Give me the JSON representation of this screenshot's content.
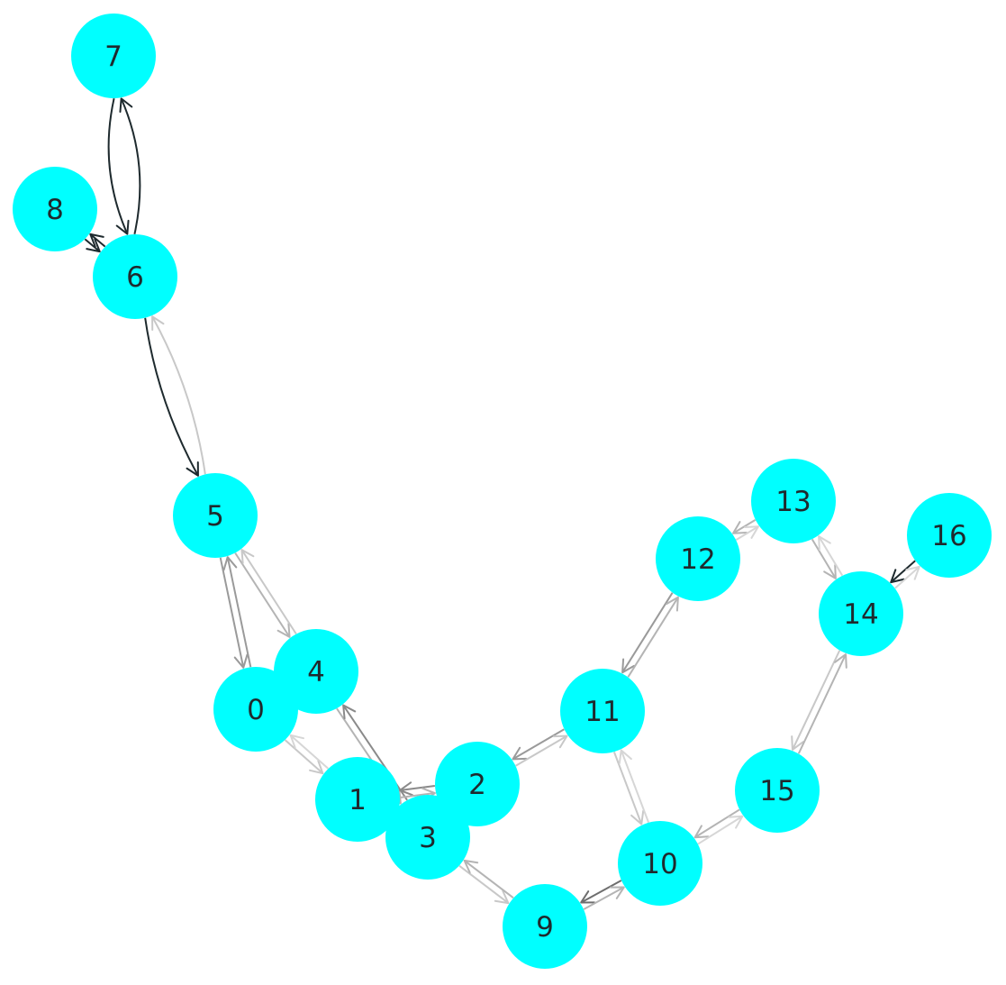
{
  "diagram": {
    "type": "directed-graph",
    "node_color": "#00ffff",
    "label_color": "#1f2a2e",
    "nodes": [
      {
        "id": "0",
        "label": "0"
      },
      {
        "id": "1",
        "label": "1"
      },
      {
        "id": "2",
        "label": "2"
      },
      {
        "id": "3",
        "label": "3"
      },
      {
        "id": "4",
        "label": "4"
      },
      {
        "id": "5",
        "label": "5"
      },
      {
        "id": "6",
        "label": "6"
      },
      {
        "id": "7",
        "label": "7"
      },
      {
        "id": "8",
        "label": "8"
      },
      {
        "id": "9",
        "label": "9"
      },
      {
        "id": "10",
        "label": "10"
      },
      {
        "id": "11",
        "label": "11"
      },
      {
        "id": "12",
        "label": "12"
      },
      {
        "id": "13",
        "label": "13"
      },
      {
        "id": "14",
        "label": "14"
      },
      {
        "id": "15",
        "label": "15"
      },
      {
        "id": "16",
        "label": "16"
      }
    ],
    "edges": [
      {
        "from": "7",
        "to": "6",
        "color": "#1e2a2e"
      },
      {
        "from": "6",
        "to": "7",
        "color": "#1e2a2e"
      },
      {
        "from": "8",
        "to": "6",
        "color": "#1e2a2e"
      },
      {
        "from": "6",
        "to": "8",
        "color": "#1e2a2e"
      },
      {
        "from": "6",
        "to": "5",
        "color": "#1e2a2e"
      },
      {
        "from": "5",
        "to": "6",
        "color": "#c8c8c8"
      },
      {
        "from": "5",
        "to": "0",
        "color": "#9a9a9a"
      },
      {
        "from": "0",
        "to": "5",
        "color": "#9a9a9a"
      },
      {
        "from": "5",
        "to": "4",
        "color": "#b4b4b4"
      },
      {
        "from": "4",
        "to": "5",
        "color": "#c8c8c8"
      },
      {
        "from": "0",
        "to": "1",
        "color": "#c8c8c8"
      },
      {
        "from": "1",
        "to": "0",
        "color": "#d6d6d6"
      },
      {
        "from": "4",
        "to": "3",
        "color": "#b4b4b4"
      },
      {
        "from": "3",
        "to": "4",
        "color": "#8a8a8a"
      },
      {
        "from": "2",
        "to": "1",
        "color": "#8a8a8a"
      },
      {
        "from": "1",
        "to": "2",
        "color": "#b4b4b4"
      },
      {
        "from": "2",
        "to": "3",
        "color": "#b4b4b4"
      },
      {
        "from": "3",
        "to": "2",
        "color": "#c8c8c8"
      },
      {
        "from": "11",
        "to": "2",
        "color": "#9a9a9a"
      },
      {
        "from": "2",
        "to": "11",
        "color": "#c8c8c8"
      },
      {
        "from": "3",
        "to": "9",
        "color": "#c8c8c8"
      },
      {
        "from": "9",
        "to": "3",
        "color": "#b4b4b4"
      },
      {
        "from": "10",
        "to": "9",
        "color": "#6e6e6e"
      },
      {
        "from": "9",
        "to": "10",
        "color": "#b4b4b4"
      },
      {
        "from": "11",
        "to": "10",
        "color": "#c8c8c8"
      },
      {
        "from": "10",
        "to": "11",
        "color": "#d6d6d6"
      },
      {
        "from": "12",
        "to": "11",
        "color": "#9a9a9a"
      },
      {
        "from": "11",
        "to": "12",
        "color": "#b4b4b4"
      },
      {
        "from": "13",
        "to": "12",
        "color": "#b4b4b4"
      },
      {
        "from": "12",
        "to": "13",
        "color": "#d6d6d6"
      },
      {
        "from": "13",
        "to": "14",
        "color": "#b4b4b4"
      },
      {
        "from": "14",
        "to": "13",
        "color": "#d6d6d6"
      },
      {
        "from": "16",
        "to": "14",
        "color": "#1e2a2e"
      },
      {
        "from": "14",
        "to": "16",
        "color": "#d6d6d6"
      },
      {
        "from": "14",
        "to": "15",
        "color": "#c8c8c8"
      },
      {
        "from": "15",
        "to": "14",
        "color": "#b4b4b4"
      },
      {
        "from": "15",
        "to": "10",
        "color": "#b4b4b4"
      },
      {
        "from": "10",
        "to": "15",
        "color": "#d6d6d6"
      }
    ]
  }
}
